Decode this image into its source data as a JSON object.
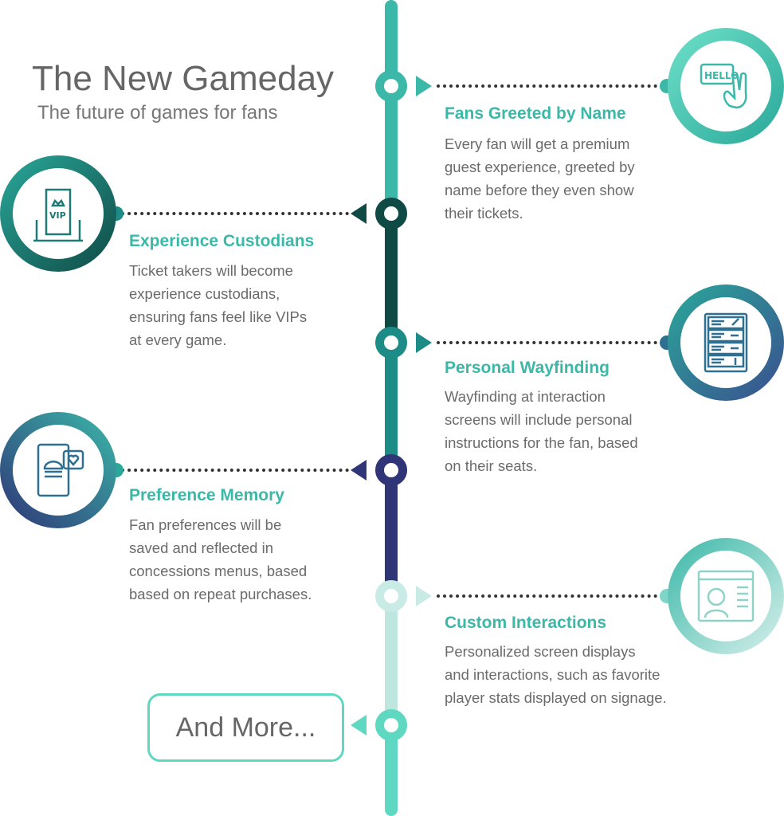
{
  "header": {
    "title": "The New Gameday",
    "subtitle": "The future of games for fans"
  },
  "items": [
    {
      "title": "Fans Greeted by Name",
      "body": [
        "Every fan will get a premium",
        "guest experience, greeted by",
        "name before they even show",
        "their tickets."
      ],
      "icon": "hello-wave-icon",
      "color": "#3bb8a8"
    },
    {
      "title": "Experience Custodians",
      "body": [
        "Ticket takers will become",
        "experience custodians,",
        "ensuring fans feel like VIPs",
        "at every game."
      ],
      "icon": "vip-door-icon",
      "color": "#0f4a45"
    },
    {
      "title": "Personal Wayfinding",
      "body": [
        "Wayfinding at interaction",
        "screens will include personal",
        "instructions for the fan, based",
        "on their seats."
      ],
      "icon": "wayfinding-sign-icon",
      "color": "#1e8c86"
    },
    {
      "title": "Preference Memory",
      "body": [
        "Fan preferences will be",
        "saved and reflected in",
        "concessions menus, based",
        "based on repeat purchases."
      ],
      "icon": "phone-burger-heart-icon",
      "color": "#2f3577"
    },
    {
      "title": "Custom Interactions",
      "body": [
        "Personalized screen displays",
        "and interactions, such as favorite",
        "player stats displayed on signage."
      ],
      "icon": "player-screen-icon",
      "color": "#bfe5df"
    }
  ],
  "footer": {
    "label": "And More...",
    "color": "#5ed8c0"
  }
}
